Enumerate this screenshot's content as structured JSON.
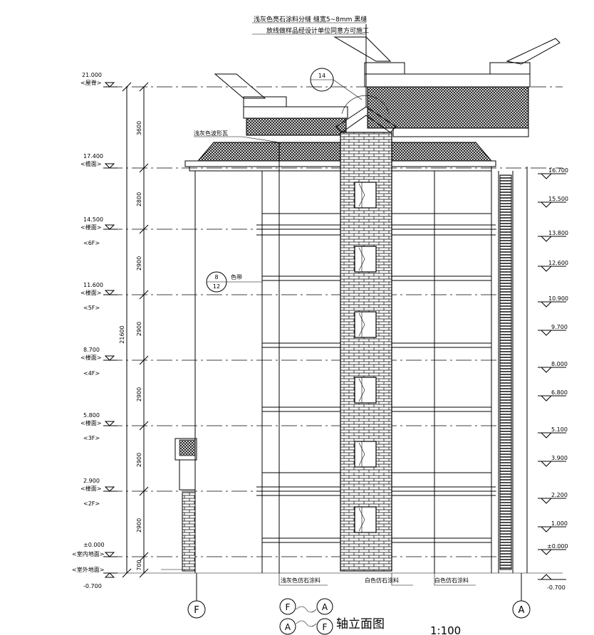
{
  "notes": {
    "top_line1": "浅灰色亮石涂料分缝 缝宽5~8mm 黑缝",
    "top_line2": "放线做样品经设计单位同意方可施工",
    "roof_tile": "浅灰色波形瓦",
    "cornice": "色带",
    "material_left": "浅灰色仿石涂料",
    "material_mid": "白色仿石涂料",
    "material_right": "白色仿石涂料"
  },
  "callouts": {
    "top_circle": "14",
    "band_num": "8",
    "band_den": "12"
  },
  "levels_left": [
    {
      "value": "21.000",
      "label": "<屋脊>"
    },
    {
      "value": "17.400",
      "label": "<檐面>"
    },
    {
      "value": "14.500",
      "label": "<楼面>",
      "floor": "<6F>"
    },
    {
      "value": "11.600",
      "label": "<楼面>",
      "floor": "<5F>"
    },
    {
      "value": "8.700",
      "label": "<楼面>",
      "floor": "<4F>"
    },
    {
      "value": "5.800",
      "label": "<楼面>",
      "floor": "<3F>"
    },
    {
      "value": "2.900",
      "label": "<楼面>",
      "floor": "<2F>"
    },
    {
      "value": "±0.000",
      "label": "<室内地面>"
    },
    {
      "value": "-0.700",
      "label": "<室外地面>"
    }
  ],
  "levels_right": [
    "16.700",
    "15.500",
    "13.800",
    "12.600",
    "10.900",
    "9.700",
    "8.000",
    "6.800",
    "5.100",
    "3.900",
    "2.200",
    "1.000",
    "±0.000",
    "-0.700"
  ],
  "dimensions": {
    "total": "21600",
    "segments": [
      "3600",
      "2800",
      "2900",
      "2900",
      "2900",
      "2900",
      "2900",
      "700"
    ]
  },
  "axes": {
    "left": "F",
    "right": "A"
  },
  "title": {
    "from_a": "F",
    "to_a": "A",
    "from_b": "A",
    "to_b": "F",
    "text": "轴立面图",
    "scale": "1:100"
  }
}
